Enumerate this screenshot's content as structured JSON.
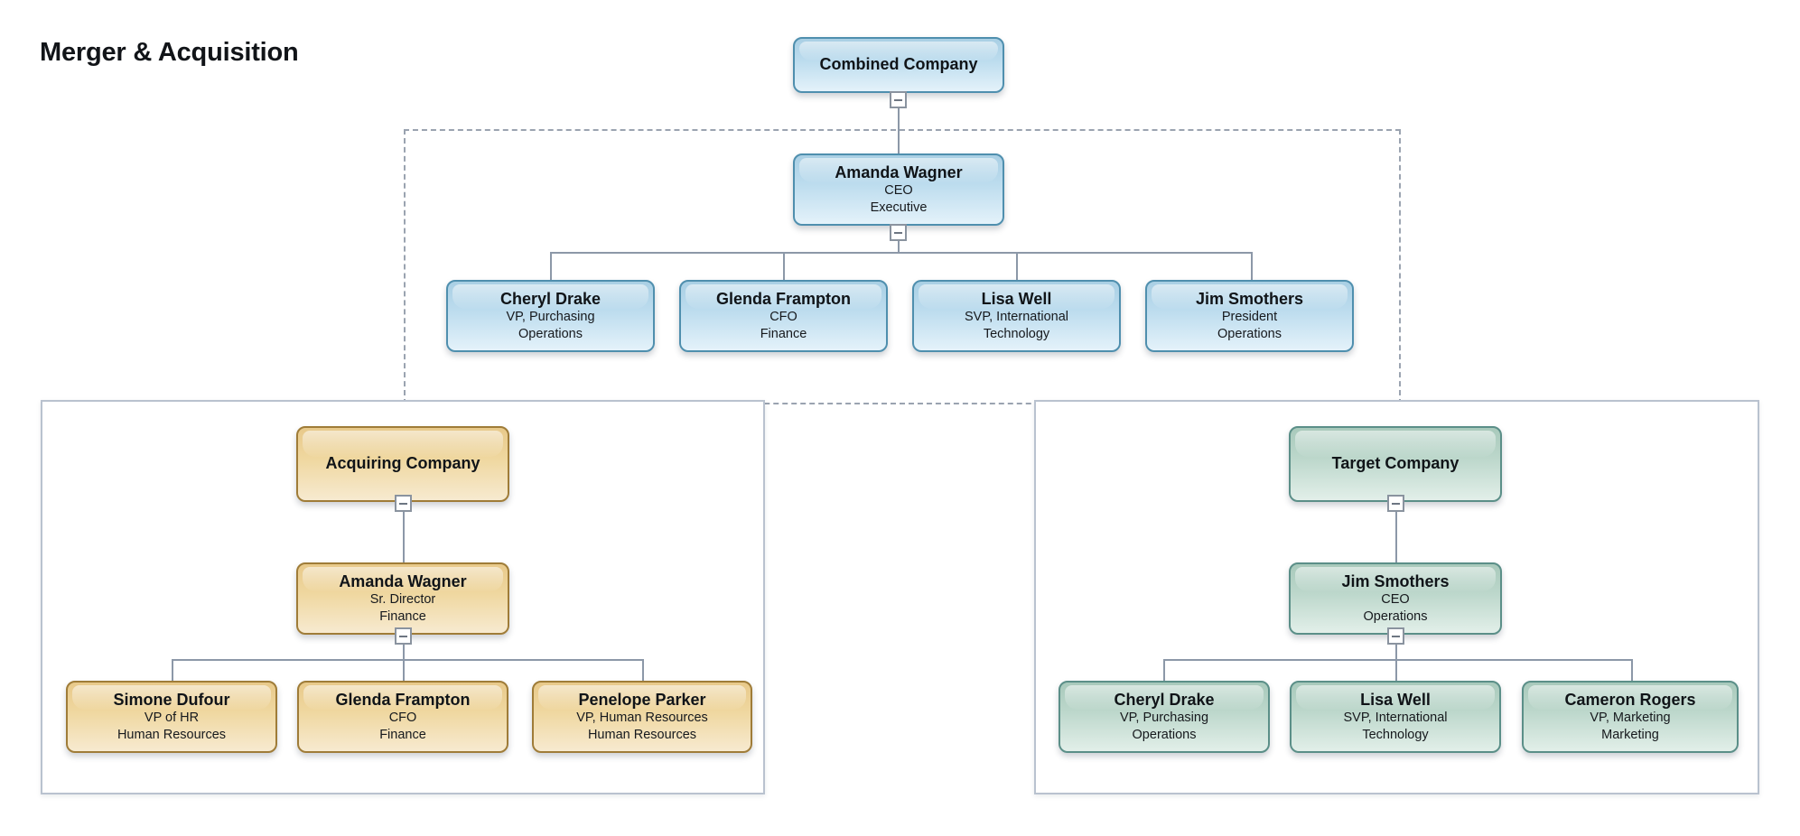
{
  "title": "Merger & Acquisition",
  "colors": {
    "blue_fill_top": "#a9cfe4",
    "blue_fill_bottom": "#e4f2fa",
    "blue_border": "#4f8fae",
    "gold_fill_top": "#e8c98a",
    "gold_fill_bottom": "#f7ead0",
    "gold_border": "#9f7c38",
    "green_fill_top": "#a8c9bb",
    "green_fill_bottom": "#e2efe9",
    "green_border": "#5b8f88",
    "connector": "#8c98a8",
    "dashed_border": "#9aa3b0",
    "panel_border": "#b9c2cf",
    "title_color": "#111418"
  },
  "icons": {
    "collapse": "minus-icon"
  },
  "combined": {
    "root": {
      "name": "Combined Company",
      "title": "",
      "dept": ""
    },
    "ceo": {
      "name": "Amanda Wagner",
      "title": "CEO",
      "dept": "Executive"
    },
    "reports": [
      {
        "name": "Cheryl Drake",
        "title": "VP, Purchasing",
        "dept": "Operations"
      },
      {
        "name": "Glenda Frampton",
        "title": "CFO",
        "dept": "Finance"
      },
      {
        "name": "Lisa Well",
        "title": "SVP, International",
        "dept": "Technology"
      },
      {
        "name": "Jim Smothers",
        "title": "President",
        "dept": "Operations"
      }
    ]
  },
  "acquiring": {
    "root": {
      "name": "Acquiring Company",
      "title": "",
      "dept": ""
    },
    "head": {
      "name": "Amanda Wagner",
      "title": "Sr. Director",
      "dept": "Finance"
    },
    "reports": [
      {
        "name": "Simone Dufour",
        "title": "VP of HR",
        "dept": "Human Resources"
      },
      {
        "name": "Glenda Frampton",
        "title": "CFO",
        "dept": "Finance"
      },
      {
        "name": "Penelope Parker",
        "title": "VP, Human Resources",
        "dept": "Human Resources"
      }
    ]
  },
  "target": {
    "root": {
      "name": "Target Company",
      "title": "",
      "dept": ""
    },
    "head": {
      "name": "Jim Smothers",
      "title": "CEO",
      "dept": "Operations"
    },
    "reports": [
      {
        "name": "Cheryl Drake",
        "title": "VP, Purchasing",
        "dept": "Operations"
      },
      {
        "name": "Lisa Well",
        "title": "SVP, International",
        "dept": "Technology"
      },
      {
        "name": "Cameron Rogers",
        "title": "VP, Marketing",
        "dept": "Marketing"
      }
    ]
  },
  "chart_data": {
    "type": "diagram",
    "diagram_kind": "organizational-chart",
    "title": "Merger & Acquisition",
    "groups": [
      {
        "id": "combined",
        "label": "Combined Company",
        "style": "dashed",
        "theme": "blue",
        "nodes": [
          {
            "name": "Combined Company",
            "level": 0
          },
          {
            "name": "Amanda Wagner",
            "title": "CEO",
            "dept": "Executive",
            "level": 1,
            "parent": "Combined Company"
          },
          {
            "name": "Cheryl Drake",
            "title": "VP, Purchasing",
            "dept": "Operations",
            "level": 2,
            "parent": "Amanda Wagner"
          },
          {
            "name": "Glenda Frampton",
            "title": "CFO",
            "dept": "Finance",
            "level": 2,
            "parent": "Amanda Wagner"
          },
          {
            "name": "Lisa Well",
            "title": "SVP, International",
            "dept": "Technology",
            "level": 2,
            "parent": "Amanda Wagner"
          },
          {
            "name": "Jim Smothers",
            "title": "President",
            "dept": "Operations",
            "level": 2,
            "parent": "Amanda Wagner"
          }
        ]
      },
      {
        "id": "acquiring",
        "label": "Acquiring Company",
        "style": "solid",
        "theme": "gold",
        "nodes": [
          {
            "name": "Acquiring Company",
            "level": 0
          },
          {
            "name": "Amanda Wagner",
            "title": "Sr. Director",
            "dept": "Finance",
            "level": 1,
            "parent": "Acquiring Company"
          },
          {
            "name": "Simone Dufour",
            "title": "VP of HR",
            "dept": "Human Resources",
            "level": 2,
            "parent": "Amanda Wagner"
          },
          {
            "name": "Glenda Frampton",
            "title": "CFO",
            "dept": "Finance",
            "level": 2,
            "parent": "Amanda Wagner"
          },
          {
            "name": "Penelope Parker",
            "title": "VP, Human Resources",
            "dept": "Human Resources",
            "level": 2,
            "parent": "Amanda Wagner"
          }
        ]
      },
      {
        "id": "target",
        "label": "Target Company",
        "style": "solid",
        "theme": "green",
        "nodes": [
          {
            "name": "Target Company",
            "level": 0
          },
          {
            "name": "Jim Smothers",
            "title": "CEO",
            "dept": "Operations",
            "level": 1,
            "parent": "Target Company"
          },
          {
            "name": "Cheryl Drake",
            "title": "VP, Purchasing",
            "dept": "Operations",
            "level": 2,
            "parent": "Jim Smothers"
          },
          {
            "name": "Lisa Well",
            "title": "SVP, International",
            "dept": "Technology",
            "level": 2,
            "parent": "Jim Smothers"
          },
          {
            "name": "Cameron Rogers",
            "title": "VP, Marketing",
            "dept": "Marketing",
            "level": 2,
            "parent": "Jim Smothers"
          }
        ]
      }
    ]
  }
}
